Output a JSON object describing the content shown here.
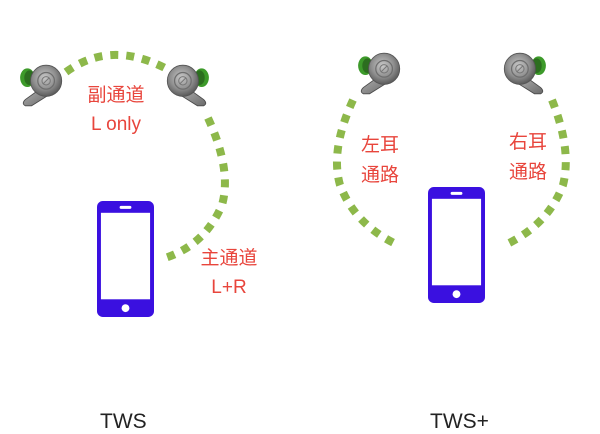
{
  "colors": {
    "link_dots": "#8db84a",
    "phone": "#3a10e0",
    "label_text": "#e8453c",
    "earbud_body": "#8a8a8a",
    "earbud_tip": "#3d9a2a"
  },
  "left_diagram": {
    "caption": "TWS",
    "secondary_channel": {
      "title": "副通道",
      "subtitle": "L only"
    },
    "primary_channel": {
      "title": "主通道",
      "subtitle": "L+R"
    },
    "icons": [
      "earbud-left-icon",
      "earbud-right-icon",
      "smartphone-icon"
    ]
  },
  "right_diagram": {
    "caption": "TWS+",
    "left_channel": {
      "title": "左耳",
      "subtitle": "通路"
    },
    "right_channel": {
      "title": "右耳",
      "subtitle": "通路"
    },
    "icons": [
      "earbud-left-icon",
      "earbud-right-icon",
      "smartphone-icon"
    ]
  }
}
